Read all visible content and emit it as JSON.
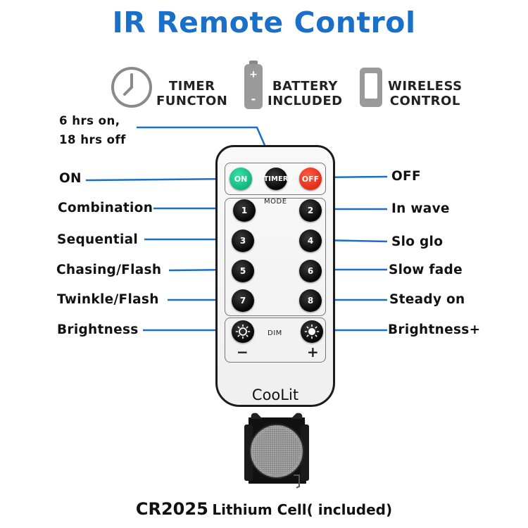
{
  "title": "IR Remote Control",
  "features": [
    {
      "icon": "clock-icon",
      "line1": "TIMER",
      "line2": "FUNCTON"
    },
    {
      "icon": "battery-icon",
      "line1": "BATTERY",
      "line2": "INCLUDED"
    },
    {
      "icon": "wireless-remote-icon",
      "line1": "WIRELESS",
      "line2": "CONTROL"
    }
  ],
  "timer_note": {
    "line1": "6 hrs on,",
    "line2": "18 hrs off"
  },
  "remote": {
    "buttons": {
      "on": "ON",
      "timer": "TIMER",
      "off": "OFF"
    },
    "mode_label": "MODE",
    "dim_label": "DIM",
    "numbers": [
      "1",
      "2",
      "3",
      "4",
      "5",
      "6",
      "7",
      "8"
    ],
    "minus": "−",
    "plus": "+",
    "brand": "CooLit"
  },
  "callouts": {
    "on": "ON",
    "off": "OFF",
    "left": [
      "Combination",
      "Sequential",
      "Chasing/Flash",
      "Twinkle/Flash",
      "Brightness"
    ],
    "right": [
      "In wave",
      "Slo glo",
      "Slow fade",
      "Steady on",
      "Brightness+"
    ]
  },
  "footer": {
    "model": "CR2025",
    "description": "Lithium Cell( included)"
  },
  "colors": {
    "title": "#1a6fc9",
    "arrow": "#1a6fc9",
    "on_button": "#14c48a",
    "off_button": "#f03a22"
  }
}
